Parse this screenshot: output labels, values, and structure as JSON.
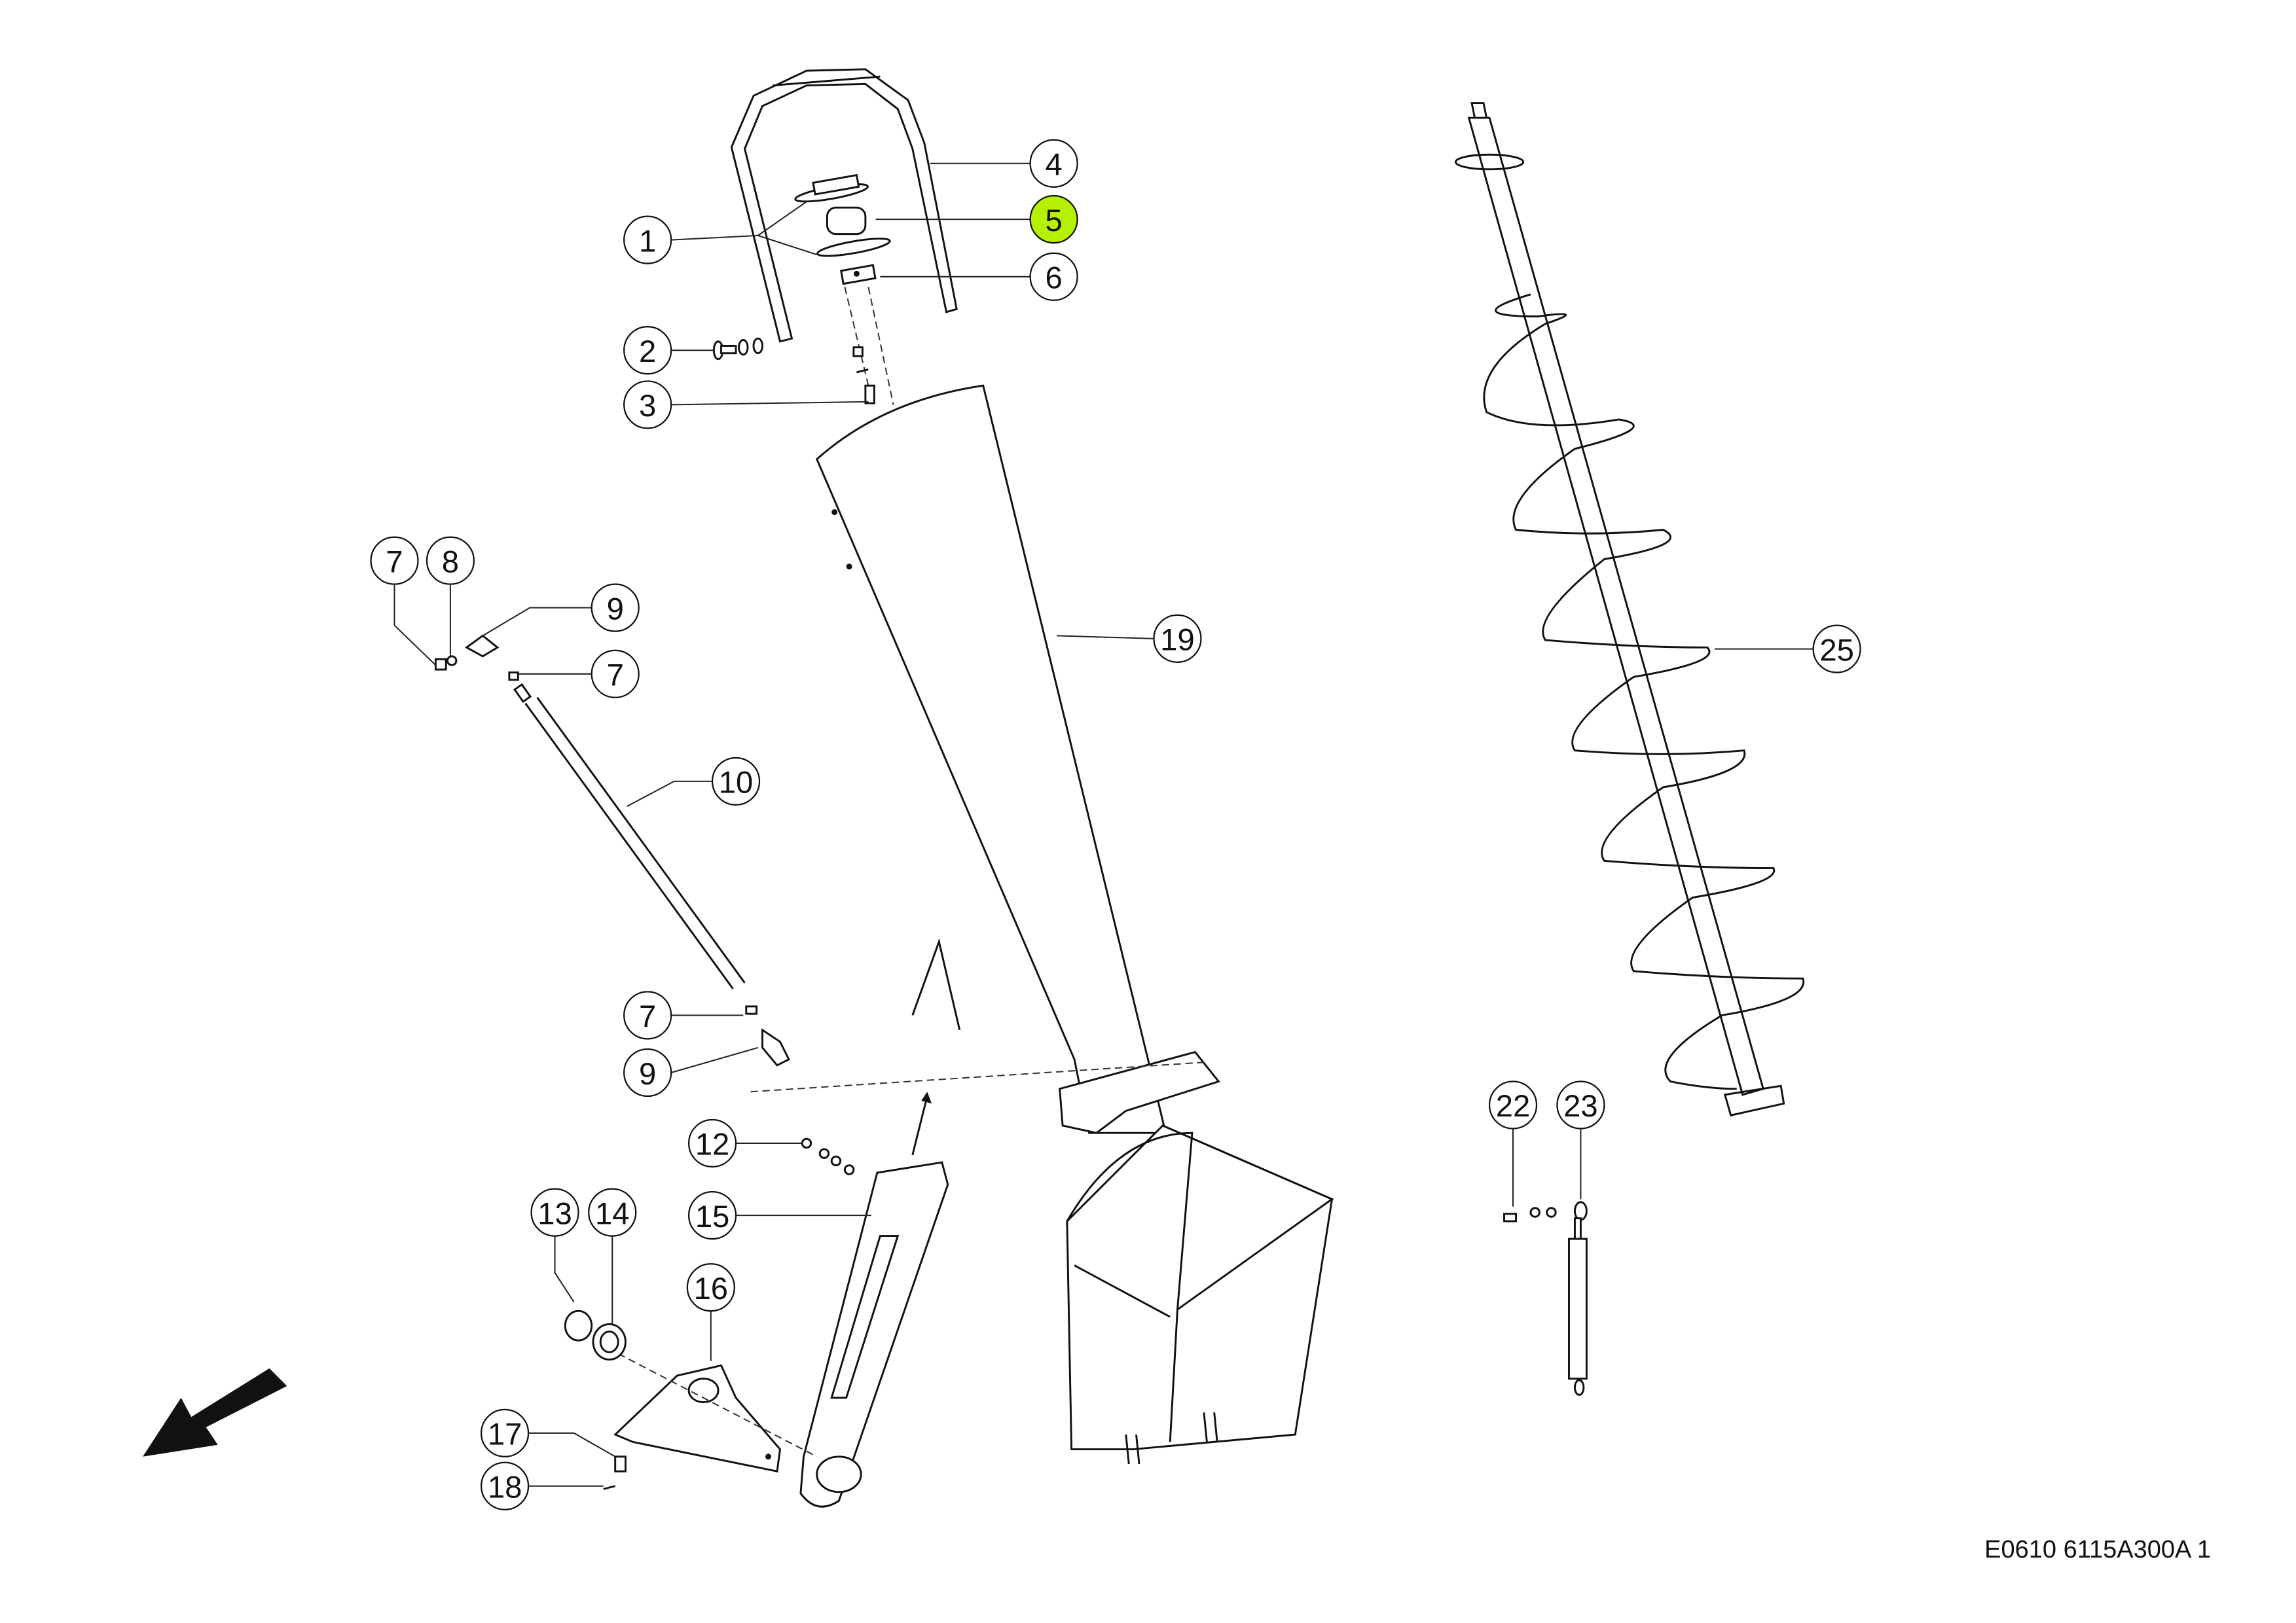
{
  "diagram": {
    "highlight_color": "#b5f000",
    "callouts": {
      "c1": "1",
      "c2": "2",
      "c3": "3",
      "c4": "4",
      "c5": "5",
      "c6": "6",
      "c7a": "7",
      "c8": "8",
      "c9a": "9",
      "c7b": "7",
      "c10": "10",
      "c7c": "7",
      "c9b": "9",
      "c12": "12",
      "c15": "15",
      "c13": "13",
      "c14": "14",
      "c16": "16",
      "c17": "17",
      "c18": "18",
      "c19": "19",
      "c25": "25",
      "c22": "22",
      "c23": "23"
    },
    "highlighted_part": "5",
    "footer_code": "E0610 6115A300A 1"
  }
}
